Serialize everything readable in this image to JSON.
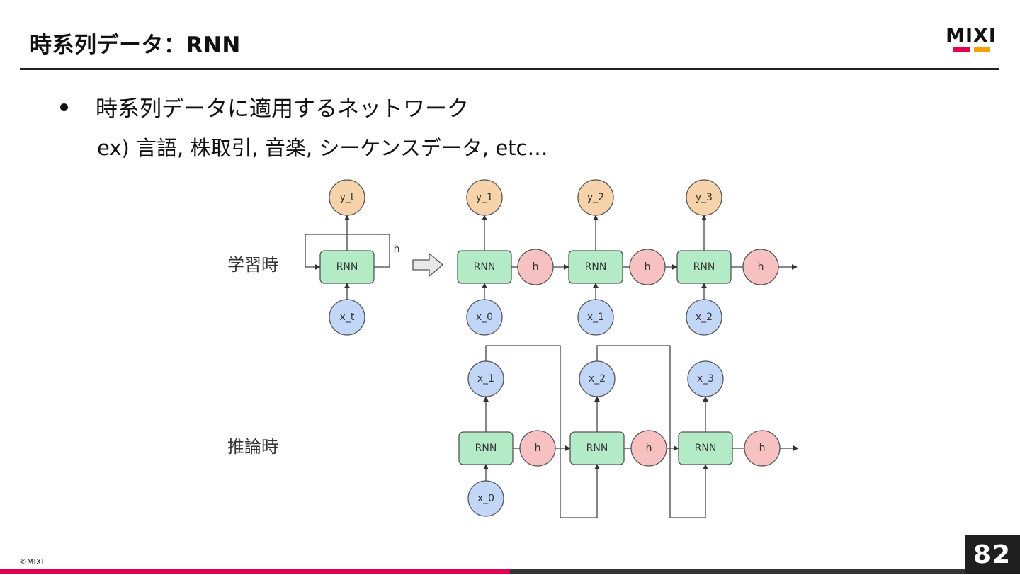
{
  "title": "時系列データ：RNN",
  "logo": {
    "text": "MIXI",
    "bar_colors": [
      "#e0004f",
      "#f5a100"
    ]
  },
  "bullet": {
    "main": "時系列データに適用するネットワーク",
    "sub": "ex) 言語, 株取引, 音楽, シーケンスデータ, etc…"
  },
  "diagram": {
    "colors": {
      "rnn": "#b4ebc7",
      "h": "#f8c1c1",
      "x": "#c2d6f7",
      "y": "#f7d3ab",
      "stroke": "#555555",
      "arrow_fill": "#e8e8e8"
    },
    "row_labels": {
      "train": "学習時",
      "infer": "推論時"
    },
    "rolled": {
      "input": "x_t",
      "output": "y_t",
      "cell": "RNN",
      "loop_label": "h"
    },
    "train": {
      "cells": [
        "RNN",
        "RNN",
        "RNN"
      ],
      "hidden": [
        "h",
        "h",
        "h"
      ],
      "inputs": [
        "x_0",
        "x_1",
        "x_2"
      ],
      "outputs": [
        "y_1",
        "y_2",
        "y_3"
      ]
    },
    "infer": {
      "cells": [
        "RNN",
        "RNN",
        "RNN"
      ],
      "hidden": [
        "h",
        "h",
        "h"
      ],
      "input": "x_0",
      "outputs": [
        "x_1",
        "x_2",
        "x_3"
      ]
    }
  },
  "footer": {
    "copyright": "©MIXI",
    "page": "82",
    "bar_red": "#e0004f",
    "bar_gray": "#333333"
  }
}
